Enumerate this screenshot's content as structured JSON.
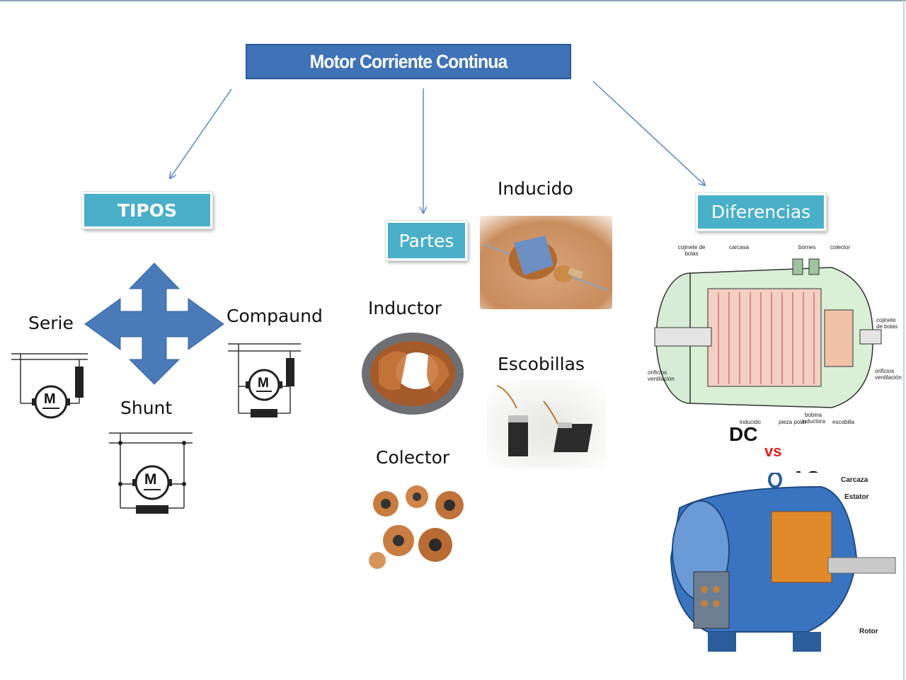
{
  "title": "Motor Corriente Continua",
  "tipos": {
    "heading": "TIPOS",
    "serie": "Serie",
    "compaund": "Compaund",
    "shunt": "Shunt",
    "motor_symbol": "M"
  },
  "partes": {
    "heading": "Partes",
    "inducido": "Inducido",
    "inductor": "Inductor",
    "escobillas": "Escobillas",
    "colector": "Colector"
  },
  "diferencias": {
    "heading": "Diferencias",
    "dc": "DC",
    "vs": "vs",
    "ac": "AC",
    "dc_labels": {
      "cojinete_bolas": "cojinete de bolas",
      "carcasa": "carcasa",
      "bornes": "bornes",
      "colector": "colector",
      "cojinete_bolas_right": "cojinete de bolas",
      "orificios_left": "orificios ventilación",
      "orificios_right": "orificios ventilación",
      "inducido": "inducido",
      "pieza_polar": "pieza polar",
      "bobina_inductora": "bobina inductora",
      "escobilla": "escobilla"
    },
    "ac_labels": {
      "carcaza": "Carcaza",
      "estator": "Estator",
      "rotor": "Rotor"
    }
  },
  "colors": {
    "title_fill": "#3f72b6",
    "category_fill": "#4aafc8",
    "arrow_shape": "#4a7ab8",
    "vs_red": "#e02020"
  }
}
